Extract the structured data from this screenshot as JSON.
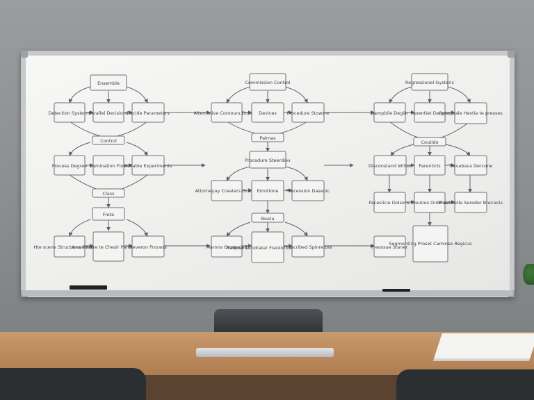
{
  "scene": {
    "nodes": [
      {
        "id": "n1",
        "text": "Ensemble"
      },
      {
        "id": "n2",
        "text": "Detection Systems"
      },
      {
        "id": "n3",
        "text": "Parallel Decisions"
      },
      {
        "id": "n4",
        "text": "Decide Parameters"
      },
      {
        "id": "n5",
        "text": "Control"
      },
      {
        "id": "n6",
        "text": "Process Degree"
      },
      {
        "id": "n7",
        "text": "Lamination Flow"
      },
      {
        "id": "n8",
        "text": "Reliable Experiments"
      },
      {
        "id": "n9",
        "text": "Class"
      },
      {
        "id": "n10",
        "text": "Freta"
      },
      {
        "id": "n11",
        "text": "Hte  scene Structures Readiness"
      },
      {
        "id": "n12",
        "text": "Areon Frare  te Chesir Parocopres"
      },
      {
        "id": "n13",
        "text": "Reveron Process"
      },
      {
        "id": "n14",
        "text": "Commission Control"
      },
      {
        "id": "n15",
        "text": "Alternative Contours Dosasts"
      },
      {
        "id": "n16",
        "text": "Devices"
      },
      {
        "id": "n17",
        "text": "Procedure Stowsre"
      },
      {
        "id": "n18",
        "text": "Palmas"
      },
      {
        "id": "n19",
        "text": "Procedure Steerdiev"
      },
      {
        "id": "n20",
        "text": "Attorneyay Creaters Grands"
      },
      {
        "id": "n21",
        "text": "Emotione"
      },
      {
        "id": "n22",
        "text": "Precession Dasenic"
      },
      {
        "id": "n23",
        "text": "Boata"
      },
      {
        "id": "n24",
        "text": "Marons Oompaied"
      },
      {
        "id": "n25",
        "text": "Tradical Gendrater  Frantic Couterpee"
      },
      {
        "id": "n26",
        "text": "Prescribed Spinrettes"
      },
      {
        "id": "n27",
        "text": "Regressionel Gysteric"
      },
      {
        "id": "n28",
        "text": "Dampbile Degiin"
      },
      {
        "id": "n29",
        "text": "Paxentiet Daresa"
      },
      {
        "id": "n30",
        "text": "Synopsale  Hestia te presses"
      },
      {
        "id": "n31",
        "text": "Coutido"
      },
      {
        "id": "n32",
        "text": "Disconstand Wrlter"
      },
      {
        "id": "n33",
        "text": "Parenticls"
      },
      {
        "id": "n34",
        "text": "Travabaus Dercone"
      },
      {
        "id": "n35",
        "text": "Faceslicie Dolsons"
      },
      {
        "id": "n36",
        "text": "Oeutios Ordelas"
      },
      {
        "id": "n37",
        "text": "Proabsetle Sereder Brecieris"
      },
      {
        "id": "n38",
        "text": "Freossue Staner"
      },
      {
        "id": "n39",
        "text": "Segmenting Proset  Caminse Regicus"
      }
    ]
  }
}
